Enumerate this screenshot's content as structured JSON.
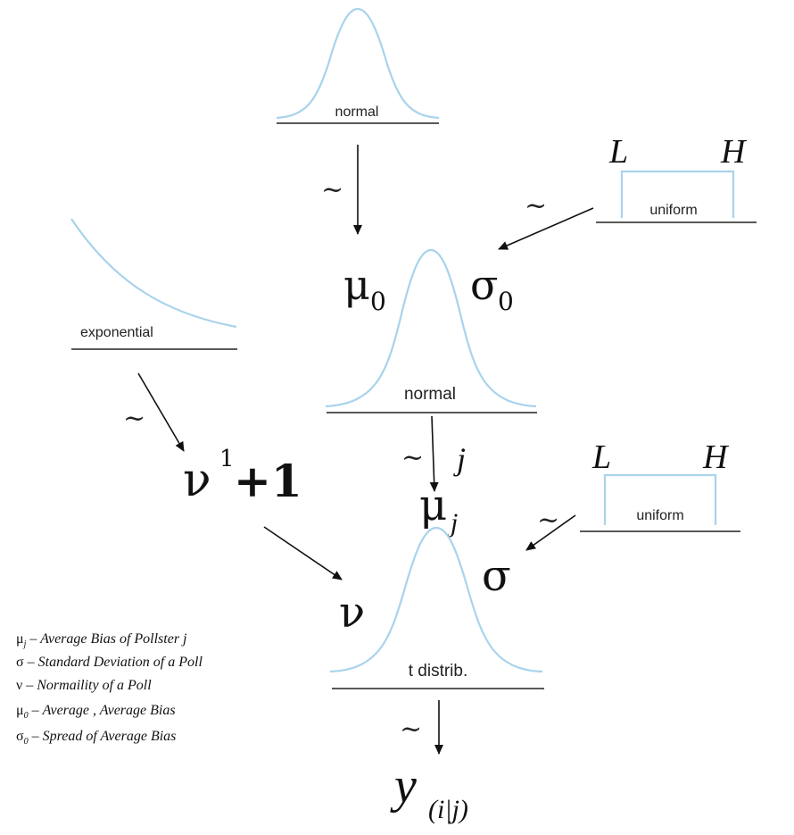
{
  "distributions": {
    "top_normal": "normal",
    "uniform_top": "uniform",
    "exponential": "exponential",
    "mid_normal": "normal",
    "uniform_bottom": "uniform",
    "t_dist": "t distrib."
  },
  "bounds": {
    "low": "L",
    "high": "H"
  },
  "tilde": "~",
  "symbols": {
    "mu0": "μ",
    "mu0_sub": "0",
    "sigma0": "σ",
    "sigma0_sub": "0",
    "nu": "ν",
    "nu_sup": "1",
    "plus_one": "+1",
    "mu_j": "μ",
    "j": "j",
    "sigma": "σ",
    "nu2": "ν",
    "y": "y",
    "y_sub": "(i|j)"
  },
  "legend": [
    {
      "sym": "μ",
      "sub": "j",
      "desc": "– Average Bias of  Pollster  j"
    },
    {
      "sym": "σ",
      "sub": "",
      "desc": "– Standard Deviation of a Poll"
    },
    {
      "sym": "ν",
      "sub": "",
      "desc": "– Normaility of  a Poll"
    },
    {
      "sym": "μ",
      "sub": "0",
      "desc": "– Average , Average Bias"
    },
    {
      "sym": "σ",
      "sub": "0",
      "desc": "– Spread of  Average Bias"
    }
  ]
}
